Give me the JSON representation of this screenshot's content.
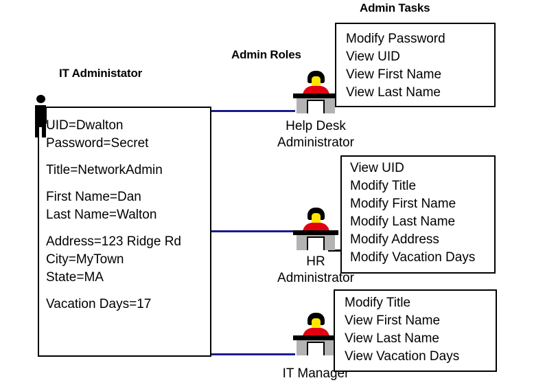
{
  "headings": {
    "admin_tasks": "Admin Tasks",
    "admin_roles": "Admin Roles",
    "it_administrator": "IT Administator"
  },
  "entity": {
    "name": "IT Administator",
    "icon": "person-icon",
    "attributes": [
      "UID=Dwalton",
      "Password=Secret",
      "",
      "Title=NetworkAdmin",
      "",
      "First Name=Dan",
      "Last Name=Walton",
      "",
      "Address=123 Ridge Rd",
      "City=MyTown",
      "State=MA",
      "",
      "Vacation Days=17"
    ]
  },
  "roles": [
    {
      "id": "help-desk-administrator",
      "icon": "person-at-desk-icon",
      "label_line1": "Help  Desk",
      "label_line2": "Administrator",
      "tasks": [
        "Modify Password",
        "View UID",
        "View First Name",
        "View Last Name"
      ]
    },
    {
      "id": "hr-administrator",
      "icon": "person-at-desk-icon",
      "label_line1": "HR",
      "label_line2": "Administrator",
      "tasks": [
        "View UID",
        "Modify Title",
        "Modify First Name",
        "Modify Last Name",
        "Modify Address",
        "Modify Vacation Days"
      ]
    },
    {
      "id": "it-manager",
      "icon": "person-at-desk-icon",
      "label_line1": "IT Manager",
      "label_line2": "",
      "tasks": [
        "Modify Title",
        "View First Name",
        "View Last Name",
        "View Vacation Days"
      ]
    }
  ],
  "colors": {
    "connector_entity_to_role": "#1a1a8c",
    "connector_role_to_tasks": "#000000",
    "box_border": "#000000",
    "background": "#ffffff",
    "icon_hair": "#000000",
    "icon_face": "#ffe600",
    "icon_shirt": "#e3010f",
    "icon_desk": "#b3b3b3"
  }
}
